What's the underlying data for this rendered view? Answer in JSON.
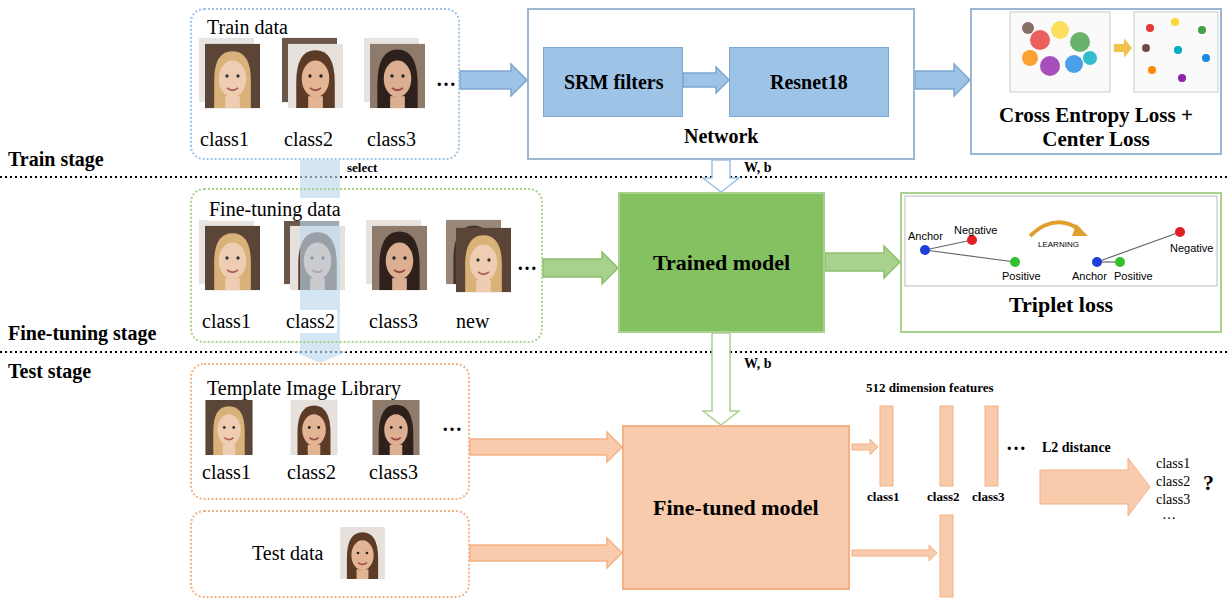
{
  "diagram": {
    "nodes": [
      {
        "text": [
          "Train data",
          "class1",
          "class2",
          "class3",
          "…"
        ]
      },
      {
        "text": [
          "Network"
        ]
      },
      {
        "text": [
          "SRM filters"
        ],
        "in": 1
      },
      {
        "text": [
          "Resnet18"
        ],
        "in": 1
      },
      {
        "text": [
          "Cross Entropy Loss + Center Loss"
        ]
      },
      {
        "text": [
          "Fine-tuning data",
          "class1",
          "class2",
          "class3",
          "new",
          "…"
        ]
      },
      {
        "text": [
          "Trained model"
        ]
      },
      {
        "text": [
          "Negative",
          "Anchor",
          "Positive",
          "LEARNING",
          "Negative",
          "Anchor",
          "Positive",
          "Triplet loss"
        ]
      },
      {
        "text": [
          "Template Image Library",
          "class1",
          "class2",
          "class3",
          "…"
        ]
      },
      {
        "text": [
          "Test data"
        ]
      },
      {
        "text": [
          "Fine-tuned model"
        ]
      }
    ],
    "edges": [
      {
        "from": 0,
        "to": 1,
        "arrow": "to"
      },
      {
        "from": 2,
        "to": 3,
        "arrow": "to"
      },
      {
        "from": 1,
        "to": 4,
        "arrow": "to"
      },
      {
        "from": 1,
        "to": 6,
        "label": "W, b",
        "arrow": "to"
      },
      {
        "from": 0,
        "to": 8,
        "label": "select",
        "arrow": "to"
      },
      {
        "from": 5,
        "to": 6,
        "arrow": "to"
      },
      {
        "from": 6,
        "to": 7,
        "arrow": "to"
      },
      {
        "from": 6,
        "to": 10,
        "label": "W, b",
        "arrow": "to"
      },
      {
        "from": 8,
        "to": 10,
        "arrow": "to"
      },
      {
        "from": 9,
        "to": 10,
        "arrow": "to"
      }
    ],
    "labels": [
      "Train stage",
      "Fine-tuning stage",
      "Test stage",
      "512 dimension features",
      "class1",
      "class2",
      "class3",
      "…",
      "L2 distance",
      "class1",
      "class2",
      "class3",
      "…",
      "?"
    ]
  }
}
